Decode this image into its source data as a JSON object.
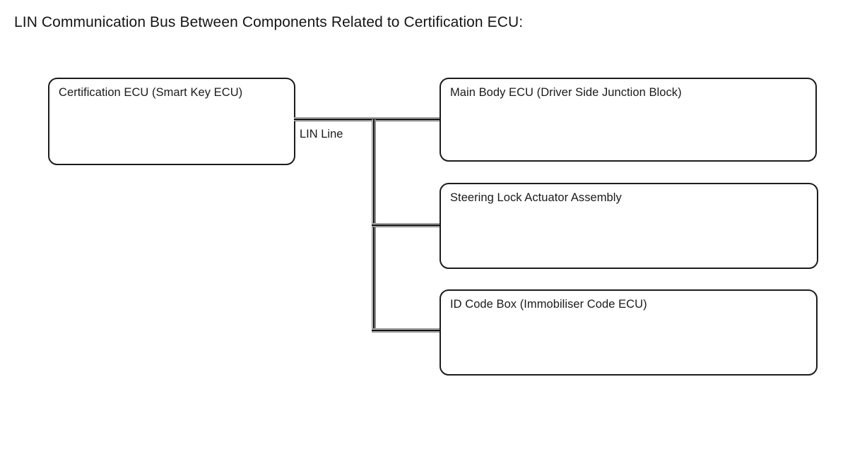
{
  "diagram": {
    "title": "LIN Communication Bus Between Components Related to Certification ECU:",
    "type": "bus-topology",
    "source_node": {
      "id": "certification-ecu",
      "label": "Certification ECU (Smart Key ECU)"
    },
    "bus": {
      "label": "LIN Line",
      "protocol": "LIN"
    },
    "connected_nodes": [
      {
        "id": "main-body-ecu",
        "label": "Main Body ECU (Driver Side Junction Block)"
      },
      {
        "id": "steering-lock-actuator",
        "label": "Steering Lock Actuator Assembly"
      },
      {
        "id": "id-code-box",
        "label": "ID Code Box (Immobiliser Code ECU)"
      }
    ],
    "colors": {
      "background": "#ffffff",
      "box_border": "#1c1c1c",
      "text": "#1a1a1a",
      "wire_core": "#111111",
      "wire_highlight": "#c9c9c9",
      "wire_shadow": "#8f8f8f"
    }
  }
}
